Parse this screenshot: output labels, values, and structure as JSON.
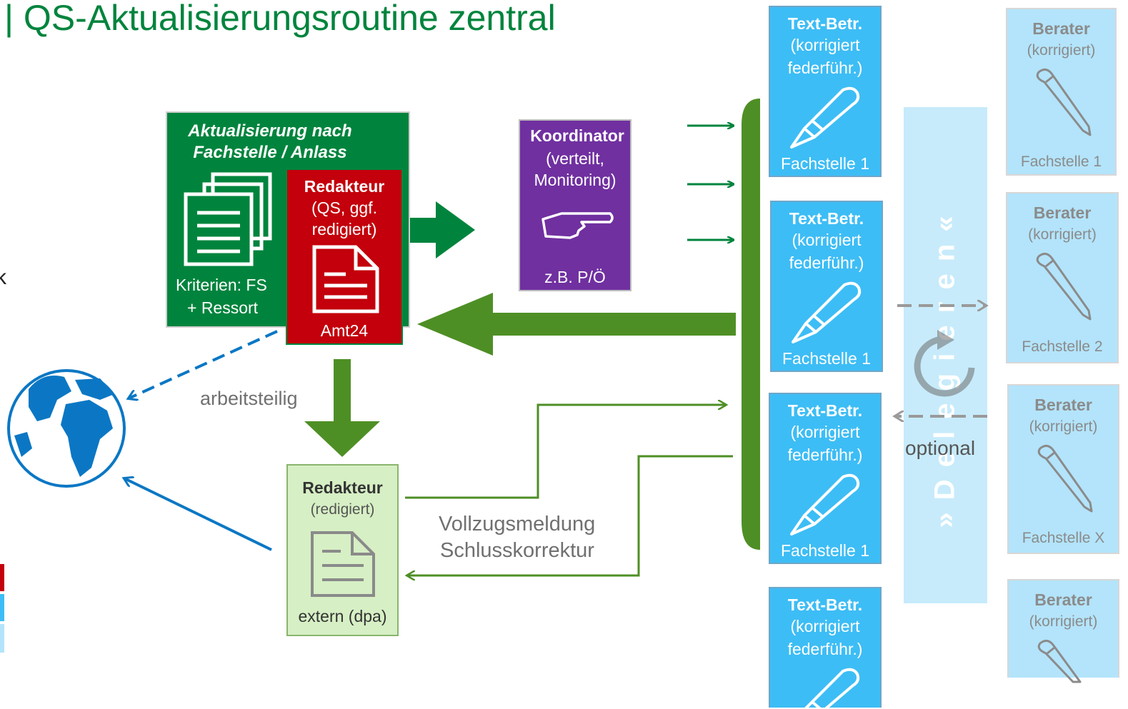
{
  "title": "| QS-Aktualisierungsroutine zentral",
  "left_edge": {
    "fragment": "k"
  },
  "aktualisierung": {
    "title_line1": "Aktualisierung nach",
    "title_line2": "Fachstelle / Anlass",
    "criteria_line1": "Kriterien: FS",
    "criteria_line2": "+ Ressort"
  },
  "redakteur_qs": {
    "title": "Redakteur",
    "line1": "(QS, ggf.",
    "line2": "redigiert)",
    "footer": "Amt24"
  },
  "koordinator": {
    "title": "Koordinator",
    "line1": "(verteilt,",
    "line2": "Monitoring)",
    "footer": "z.B. P/Ö"
  },
  "redakteur_extern": {
    "title": "Redakteur",
    "line1": "(redigiert)",
    "footer": "extern (dpa)"
  },
  "labels": {
    "arbeitsteilig": "arbeitsteilig",
    "vollzug_line1": "Vollzugsmeldung",
    "vollzug_line2": "Schlusskorrektur",
    "optional": "optional"
  },
  "text_betr": [
    {
      "title": "Text-Betr.",
      "line1": "(korrigiert",
      "line2": "federführ.)",
      "footer": "Fachstelle 1"
    },
    {
      "title": "Text-Betr.",
      "line1": "(korrigiert",
      "line2": "federführ.)",
      "footer": "Fachstelle 1"
    },
    {
      "title": "Text-Betr.",
      "line1": "(korrigiert",
      "line2": "federführ.)",
      "footer": "Fachstelle 1"
    },
    {
      "title": "Text-Betr.",
      "line1": "(korrigiert",
      "line2": "federführ.)",
      "footer": ""
    }
  ],
  "berater": [
    {
      "title": "Berater",
      "line1": "(korrigiert)",
      "footer": "Fachstelle 1"
    },
    {
      "title": "Berater",
      "line1": "(korrigiert)",
      "footer": "Fachstelle 2"
    },
    {
      "title": "Berater",
      "line1": "(korrigiert)",
      "footer": "Fachstelle X"
    },
    {
      "title": "Berater",
      "line1": "(korrigiert)",
      "footer": ""
    }
  ],
  "delegieren": {
    "text": "» D e l e g i e r e n «"
  },
  "colors": {
    "brand_green": "#00843d",
    "arrow_green": "#4e8f25",
    "red": "#c3000b",
    "purple": "#7030a0",
    "blue": "#3dbdf5",
    "pale_blue": "#b3e4fb",
    "globe_blue": "#0b77c4"
  },
  "icons": [
    "document-stack-icon",
    "document-icon",
    "pointing-hand-icon",
    "pen-icon",
    "globe-icon",
    "refresh-cycle-icon"
  ]
}
